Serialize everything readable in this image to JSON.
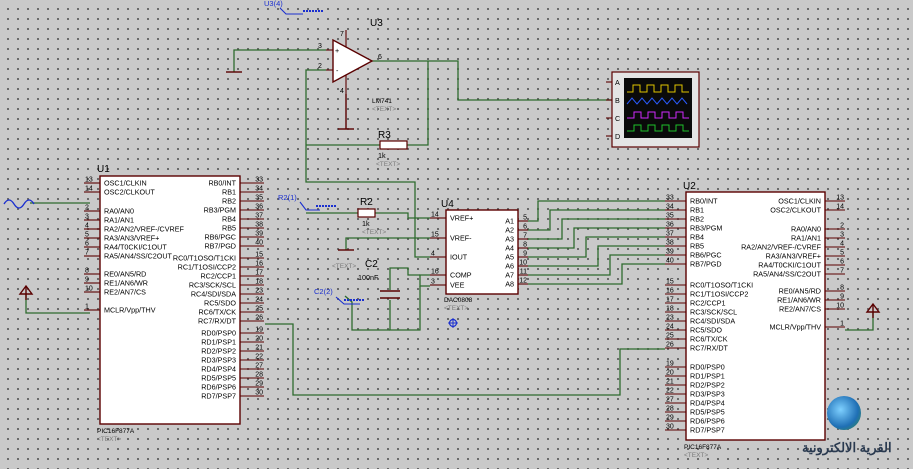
{
  "u1": {
    "ref": "U1",
    "part": "PIC16F877A",
    "text": "<TEXT>",
    "left_pins": [
      {
        "num": "13",
        "label": "OSC1/CLKIN"
      },
      {
        "num": "14",
        "label": "OSC2/CLKOUT"
      },
      {
        "num": "2",
        "label": "RA0/AN0"
      },
      {
        "num": "3",
        "label": "RA1/AN1"
      },
      {
        "num": "4",
        "label": "RA2/AN2/VREF-/CVREF"
      },
      {
        "num": "5",
        "label": "RA3/AN3/VREF+"
      },
      {
        "num": "6",
        "label": "RA4/T0CKI/C1OUT"
      },
      {
        "num": "7",
        "label": "RA5/AN4/SS/C2OUT"
      },
      {
        "num": "8",
        "label": "RE0/AN5/RD"
      },
      {
        "num": "9",
        "label": "RE1/AN6/WR"
      },
      {
        "num": "10",
        "label": "RE2/AN7/CS"
      },
      {
        "num": "1",
        "label": "MCLR/Vpp/THV"
      }
    ],
    "right_pins": [
      {
        "num": "33",
        "label": "RB0/INT"
      },
      {
        "num": "34",
        "label": "RB1"
      },
      {
        "num": "35",
        "label": "RB2"
      },
      {
        "num": "36",
        "label": "RB3/PGM"
      },
      {
        "num": "37",
        "label": "RB4"
      },
      {
        "num": "38",
        "label": "RB5"
      },
      {
        "num": "39",
        "label": "RB6/PGC"
      },
      {
        "num": "40",
        "label": "RB7/PGD"
      },
      {
        "num": "15",
        "label": "RC0/T1OSO/T1CKI"
      },
      {
        "num": "16",
        "label": "RC1/T1OSI/CCP2"
      },
      {
        "num": "17",
        "label": "RC2/CCP1"
      },
      {
        "num": "18",
        "label": "RC3/SCK/SCL"
      },
      {
        "num": "23",
        "label": "RC4/SDI/SDA"
      },
      {
        "num": "24",
        "label": "RC5/SDO"
      },
      {
        "num": "25",
        "label": "RC6/TX/CK"
      },
      {
        "num": "26",
        "label": "RC7/RX/DT"
      },
      {
        "num": "19",
        "label": "RD0/PSP0"
      },
      {
        "num": "20",
        "label": "RD1/PSP1"
      },
      {
        "num": "21",
        "label": "RD2/PSP2"
      },
      {
        "num": "22",
        "label": "RD3/PSP3"
      },
      {
        "num": "27",
        "label": "RD4/PSP4"
      },
      {
        "num": "28",
        "label": "RD5/PSP5"
      },
      {
        "num": "29",
        "label": "RD6/PSP6"
      },
      {
        "num": "30",
        "label": "RD7/PSP7"
      }
    ]
  },
  "u2": {
    "ref": "U2",
    "part": "PIC16F877A",
    "text": "<TEXT>",
    "left_pins": [
      {
        "num": "33",
        "label": "RB0/INT"
      },
      {
        "num": "34",
        "label": "RB1"
      },
      {
        "num": "35",
        "label": "RB2"
      },
      {
        "num": "36",
        "label": "RB3/PGM"
      },
      {
        "num": "37",
        "label": "RB4"
      },
      {
        "num": "38",
        "label": "RB5"
      },
      {
        "num": "39",
        "label": "RB6/PGC"
      },
      {
        "num": "40",
        "label": "RB7/PGD"
      },
      {
        "num": "15",
        "label": "RC0/T1OSO/T1CKI"
      },
      {
        "num": "16",
        "label": "RC1/T1OSI/CCP2"
      },
      {
        "num": "17",
        "label": "RC2/CCP1"
      },
      {
        "num": "18",
        "label": "RC3/SCK/SCL"
      },
      {
        "num": "23",
        "label": "RC4/SDI/SDA"
      },
      {
        "num": "24",
        "label": "RC5/SDO"
      },
      {
        "num": "25",
        "label": "RC6/TX/CK"
      },
      {
        "num": "26",
        "label": "RC7/RX/DT"
      },
      {
        "num": "19",
        "label": "RD0/PSP0"
      },
      {
        "num": "20",
        "label": "RD1/PSP1"
      },
      {
        "num": "21",
        "label": "RD2/PSP2"
      },
      {
        "num": "22",
        "label": "RD3/PSP3"
      },
      {
        "num": "27",
        "label": "RD4/PSP4"
      },
      {
        "num": "28",
        "label": "RD5/PSP5"
      },
      {
        "num": "29",
        "label": "RD6/PSP6"
      },
      {
        "num": "30",
        "label": "RD7/PSP7"
      }
    ],
    "right_pins": [
      {
        "num": "13",
        "label": "OSC1/CLKIN"
      },
      {
        "num": "14",
        "label": "OSC2/CLKOUT"
      },
      {
        "num": "2",
        "label": "RA0/AN0"
      },
      {
        "num": "3",
        "label": "RA1/AN1"
      },
      {
        "num": "4",
        "label": "RA2/AN2/VREF-/CVREF"
      },
      {
        "num": "5",
        "label": "RA3/AN3/VREF+"
      },
      {
        "num": "6",
        "label": "RA4/T0CKI/C1OUT"
      },
      {
        "num": "7",
        "label": "RA5/AN4/SS/C2OUT"
      },
      {
        "num": "8",
        "label": "RE0/AN5/RD"
      },
      {
        "num": "9",
        "label": "RE1/AN6/WR"
      },
      {
        "num": "10",
        "label": "RE2/AN7/CS"
      },
      {
        "num": "1",
        "label": "MCLR/Vpp/THV"
      }
    ]
  },
  "u3": {
    "ref": "U3",
    "part": "LM741",
    "text": "<TEXT>",
    "pins": {
      "in_plus": "3",
      "in_minus": "2",
      "out": "6",
      "v_plus": "7",
      "v_minus": "4",
      "plus_sign": "+",
      "minus_sign": "-"
    }
  },
  "u4": {
    "ref": "U4",
    "part": "DAC0808",
    "text": "<TEXT>",
    "left_pins": [
      {
        "num": "14",
        "label": "VREF+"
      },
      {
        "num": "15",
        "label": "VREF-"
      },
      {
        "num": "4",
        "label": "IOUT"
      },
      {
        "num": "16",
        "label": "COMP"
      },
      {
        "num": "3",
        "label": "VEE"
      }
    ],
    "right_pins": [
      {
        "num": "5",
        "label": "A1"
      },
      {
        "num": "6",
        "label": "A2"
      },
      {
        "num": "7",
        "label": "A3"
      },
      {
        "num": "8",
        "label": "A4"
      },
      {
        "num": "9",
        "label": "A5"
      },
      {
        "num": "10",
        "label": "A6"
      },
      {
        "num": "11",
        "label": "A7"
      },
      {
        "num": "12",
        "label": "A8"
      }
    ]
  },
  "r2": {
    "ref": "R2",
    "value": "1k",
    "text": "<TEXT>"
  },
  "r3": {
    "ref": "R3",
    "value": "1k",
    "text": "<TEXT>"
  },
  "c2": {
    "ref": "C2",
    "value": "100nF",
    "text": "<TEXT>"
  },
  "probes": {
    "u3": "U3(4)",
    "r2": "R2(1)",
    "c2": "C2(2)"
  },
  "scope_channels": [
    "A",
    "B",
    "C",
    "D"
  ],
  "colors": {
    "wire": "#2e6b2e",
    "pin": "#5a0000",
    "probe": "#1a2fd0",
    "grid_bg": "#c9c9c9"
  },
  "watermark": "القرية الالكترونية"
}
